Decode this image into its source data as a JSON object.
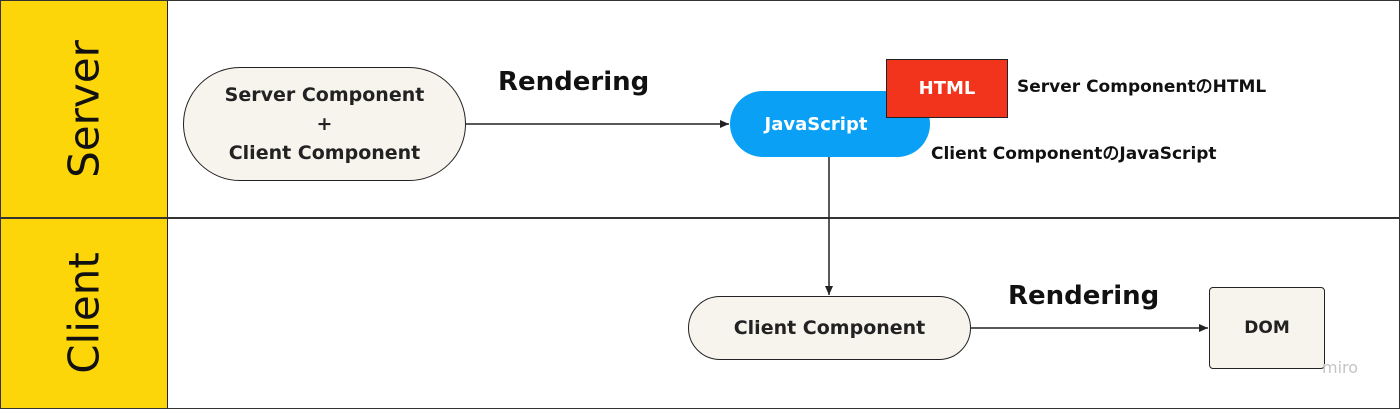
{
  "lanes": {
    "server": "Server",
    "client": "Client"
  },
  "nodes": {
    "server_client_component": [
      "Server Component",
      "+",
      "Client Component"
    ],
    "javascript": "JavaScript",
    "html": "HTML",
    "client_component": "Client Component",
    "dom": "DOM"
  },
  "edges": {
    "server_rendering": "Rendering",
    "client_rendering": "Rendering"
  },
  "notes": {
    "server_component_html": "Server ComponentのHTML",
    "client_component_javascript": "Client ComponentのJavaScript"
  },
  "watermark": "miro",
  "colors": {
    "lane_header": "#fdd60a",
    "javascript_node": "#0aa0f5",
    "html_node": "#f2341c",
    "node_fill": "#f7f4ee"
  }
}
